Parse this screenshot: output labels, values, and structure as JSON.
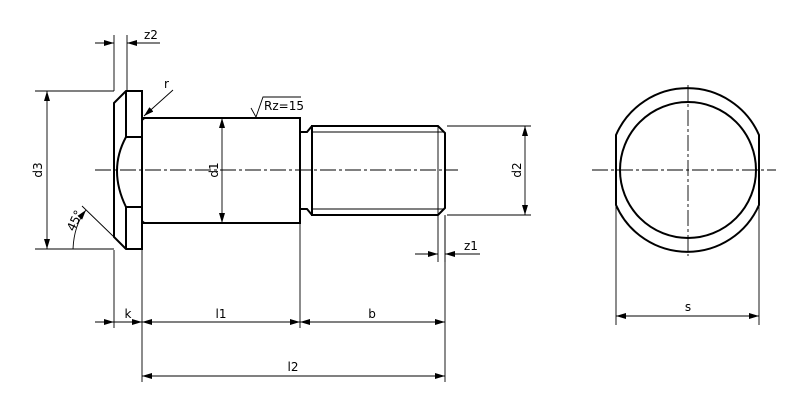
{
  "labels": {
    "z2": "z2",
    "r": "r",
    "rz": "Rz=15",
    "d3": "d3",
    "d1": "d1",
    "d2": "d2",
    "angle": "45°",
    "z1": "z1",
    "k": "k",
    "l1": "l1",
    "b": "b",
    "l2": "l2",
    "s": "s"
  },
  "colors": {
    "line": "#000000",
    "background": "#ffffff"
  }
}
